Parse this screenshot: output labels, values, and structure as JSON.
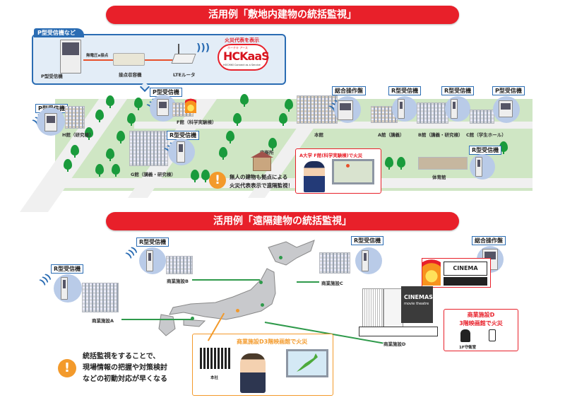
{
  "section1": {
    "banner": "活用例「敷地内建物の統括監視」",
    "equipment_panel": {
      "tab_label": "P型受信機など",
      "items": [
        "P型受信機",
        "無電圧a接点",
        "接点収容機",
        "LTEルータ"
      ],
      "cloud_caption": "火災代表を表示",
      "cloud_brand": "HCKaaS",
      "cloud_kana": "ホーチキ アース",
      "cloud_sub": "HOCHIKI Connect as a Service"
    },
    "buildings": [
      {
        "label": "P型受信機",
        "name": "H館（研究棟）"
      },
      {
        "label": "P型受信機",
        "name": "F館（科学実験棟）",
        "on_fire": true
      },
      {
        "label": "R型受信機",
        "name": "G館（講義・研究棟）"
      },
      {
        "label": "総合操作盤",
        "name": "本館"
      },
      {
        "label": "R型受信機",
        "name": "A館（講義）"
      },
      {
        "label": "R型受信機",
        "name": "B館（講義・研究棟）"
      },
      {
        "label": "P型受信機",
        "name": "C館（学生ホール）"
      },
      {
        "label": "R型受信機",
        "name": "体育館"
      }
    ],
    "guard_house": "守衛所",
    "alert_text": [
      "無人の建物も拠点による",
      "火災代表表示で遠隔監視！"
    ],
    "guard_popup": "A大学 F館(科学実験棟)で火災"
  },
  "section2": {
    "banner": "活用例「遠隔建物の統括監視」",
    "facilities": [
      {
        "label": "R型受信機",
        "name": "商業施設A"
      },
      {
        "label": "R型受信機",
        "name": "商業施設B"
      },
      {
        "label": "R型受信機",
        "name": "商業施設C"
      },
      {
        "label": "総合操作盤",
        "name": "商業施設D",
        "on_fire": true
      }
    ],
    "cinema_sign": "CINEMA",
    "cinemas_title": "CINEMAS",
    "cinemas_sub": "movie theatre",
    "fire_popup": [
      "商業施設D",
      "3階映画館で火災"
    ],
    "guard_room": "1F守衛室",
    "hq_popup": "商業施設D3階映画館で火災",
    "hq_label": "本社",
    "alert_text": [
      "統括監視をすることで、",
      "現場情報の把握や対策検討",
      "などの初動対応が早くなる"
    ]
  },
  "colors": {
    "red": "#e8202a",
    "blue": "#2a6cb3",
    "green": "#1a9b3c",
    "orange": "#f39a2b",
    "lawn": "#cfe6c4"
  }
}
